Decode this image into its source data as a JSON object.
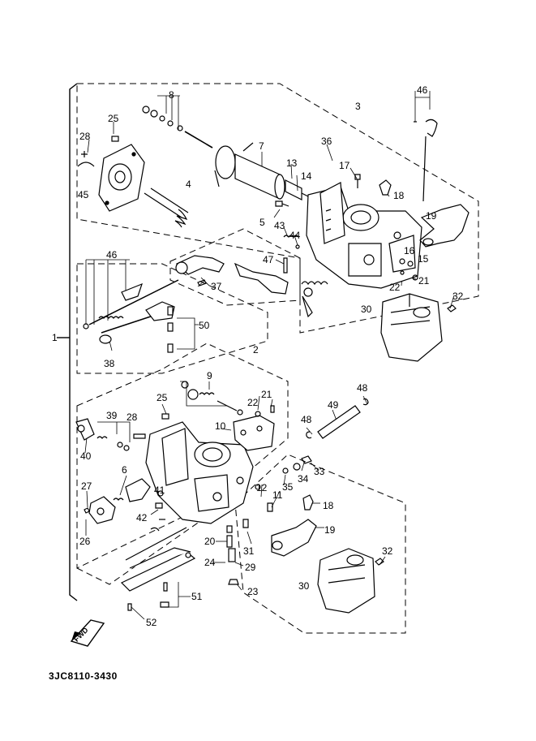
{
  "diagram": {
    "reference_code": "3JC8110-3430",
    "fwd_label": "FWD",
    "callouts": {
      "c1": "1",
      "c2": "2",
      "c3": "3",
      "c4": "4",
      "c5": "5",
      "c6": "6",
      "c7": "7",
      "c8": "8",
      "c9": "9",
      "c10": "10",
      "c11": "11",
      "c12": "12",
      "c13": "13",
      "c14": "14",
      "c15": "15",
      "c16": "16",
      "c17": "17",
      "c18a": "18",
      "c18b": "18",
      "c19a": "19",
      "c19b": "19",
      "c20": "20",
      "c21a": "21",
      "c21b": "21",
      "c22a": "22",
      "c22b": "22",
      "c23": "23",
      "c24": "24",
      "c25a": "25",
      "c25b": "25",
      "c26": "26",
      "c27": "27",
      "c28a": "28",
      "c28b": "28",
      "c29": "29",
      "c30a": "30",
      "c30b": "30",
      "c31": "31",
      "c32a": "32",
      "c32b": "32",
      "c33": "33",
      "c34": "34",
      "c35": "35",
      "c36": "36",
      "c37": "37",
      "c38": "38",
      "c39": "39",
      "c40": "40",
      "c41": "41",
      "c42": "42",
      "c43": "43",
      "c44": "44",
      "c45": "45",
      "c46a": "46",
      "c46b": "46",
      "c47": "47",
      "c48a": "48",
      "c48b": "48",
      "c49": "49",
      "c50": "50",
      "c51": "51",
      "c52": "52"
    }
  }
}
